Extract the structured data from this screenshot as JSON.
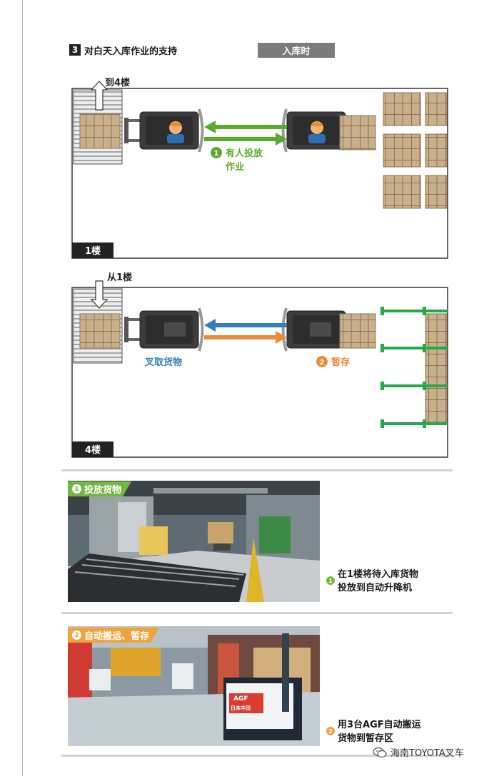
{
  "header": {
    "number": "3",
    "title": "对白天入库作业的支持",
    "badge": "入库时"
  },
  "floor1": {
    "label": "1楼",
    "lift_note": "到4楼",
    "step_num": "1",
    "step_line1": "有人投放",
    "step_line2": "作业"
  },
  "floor4": {
    "label": "4楼",
    "lift_note": "从1楼",
    "pick_label": "叉取货物",
    "step_num": "2",
    "step_label": "暂存"
  },
  "panel1": {
    "tag_num": "1",
    "tag": "投放货物",
    "cap_num": "1",
    "cap_line1": "在1楼将待入库货物",
    "cap_line2": "投放到自动升降机"
  },
  "panel2": {
    "tag_num": "2",
    "tag": "自动搬运、暂存",
    "cap_num": "2",
    "cap_line1": "用3台AGF自动搬运",
    "cap_line2": "货物到暂存区",
    "agf_sign": "AGF",
    "agf_brand": "日本丰田"
  },
  "watermark": {
    "text": "海南TOYOTA叉车"
  },
  "colors": {
    "green": "#5aaa32",
    "blue": "#2f7fc1",
    "orange": "#ee8a3c",
    "rack_green": "#27a84a",
    "box": "#c9b08d",
    "tag_green": "#74b63f",
    "tag_orange": "#f0a33b"
  }
}
